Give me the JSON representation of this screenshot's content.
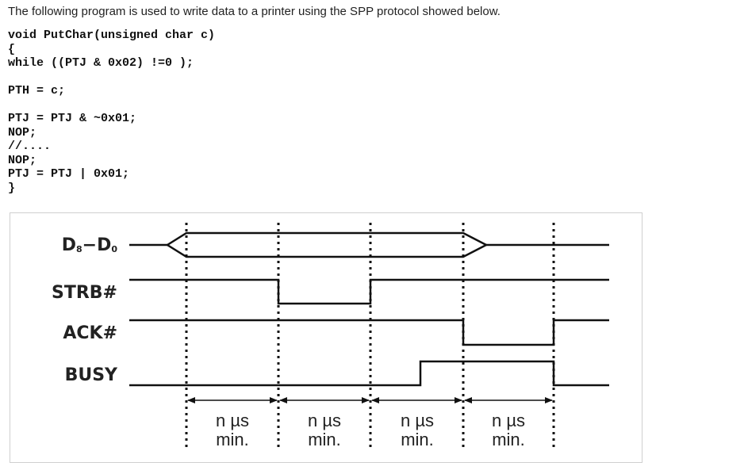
{
  "intro_text": "The following program is used to write data to a printer using the SPP protocol showed below.",
  "code_lines": [
    "void PutChar(unsigned char c)",
    "{",
    "while ((PTJ & 0x02) !=0 );",
    "",
    "PTH = c;",
    "",
    "PTJ = PTJ & ~0x01;",
    "NOP;",
    "//....",
    "NOP;",
    "PTJ = PTJ | 0x01;",
    "}"
  ],
  "timing_diagram": {
    "signals": {
      "data_main": "D",
      "data_sub_hi": "8",
      "data_dash": "−",
      "data_sub_lo": "0",
      "strobe": "STRB#",
      "ack": "ACK#",
      "busy": "BUSY"
    },
    "intervals": [
      {
        "top": "n µs",
        "bottom": "min."
      },
      {
        "top": "n µs",
        "bottom": "min."
      },
      {
        "top": "n µs",
        "bottom": "min."
      },
      {
        "top": "n µs",
        "bottom": "min."
      }
    ],
    "line_color": "#111111"
  }
}
